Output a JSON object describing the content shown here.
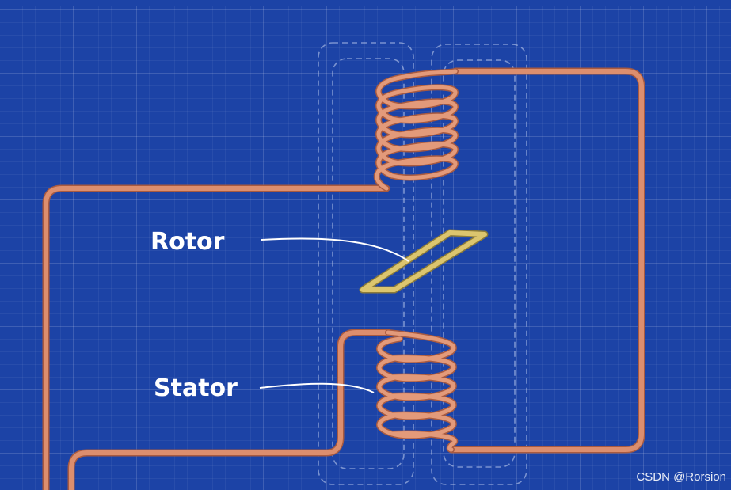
{
  "labels": {
    "rotor": "Rotor",
    "stator": "Stator"
  },
  "watermark": "CSDN @Rorsion",
  "colors": {
    "background": "#1c43a6",
    "wire": "#d98a6a",
    "wire_dark": "#a85a40",
    "rotor": "#d9c26a",
    "dashed_outline": "#c9d6f2",
    "text": "#ffffff"
  }
}
